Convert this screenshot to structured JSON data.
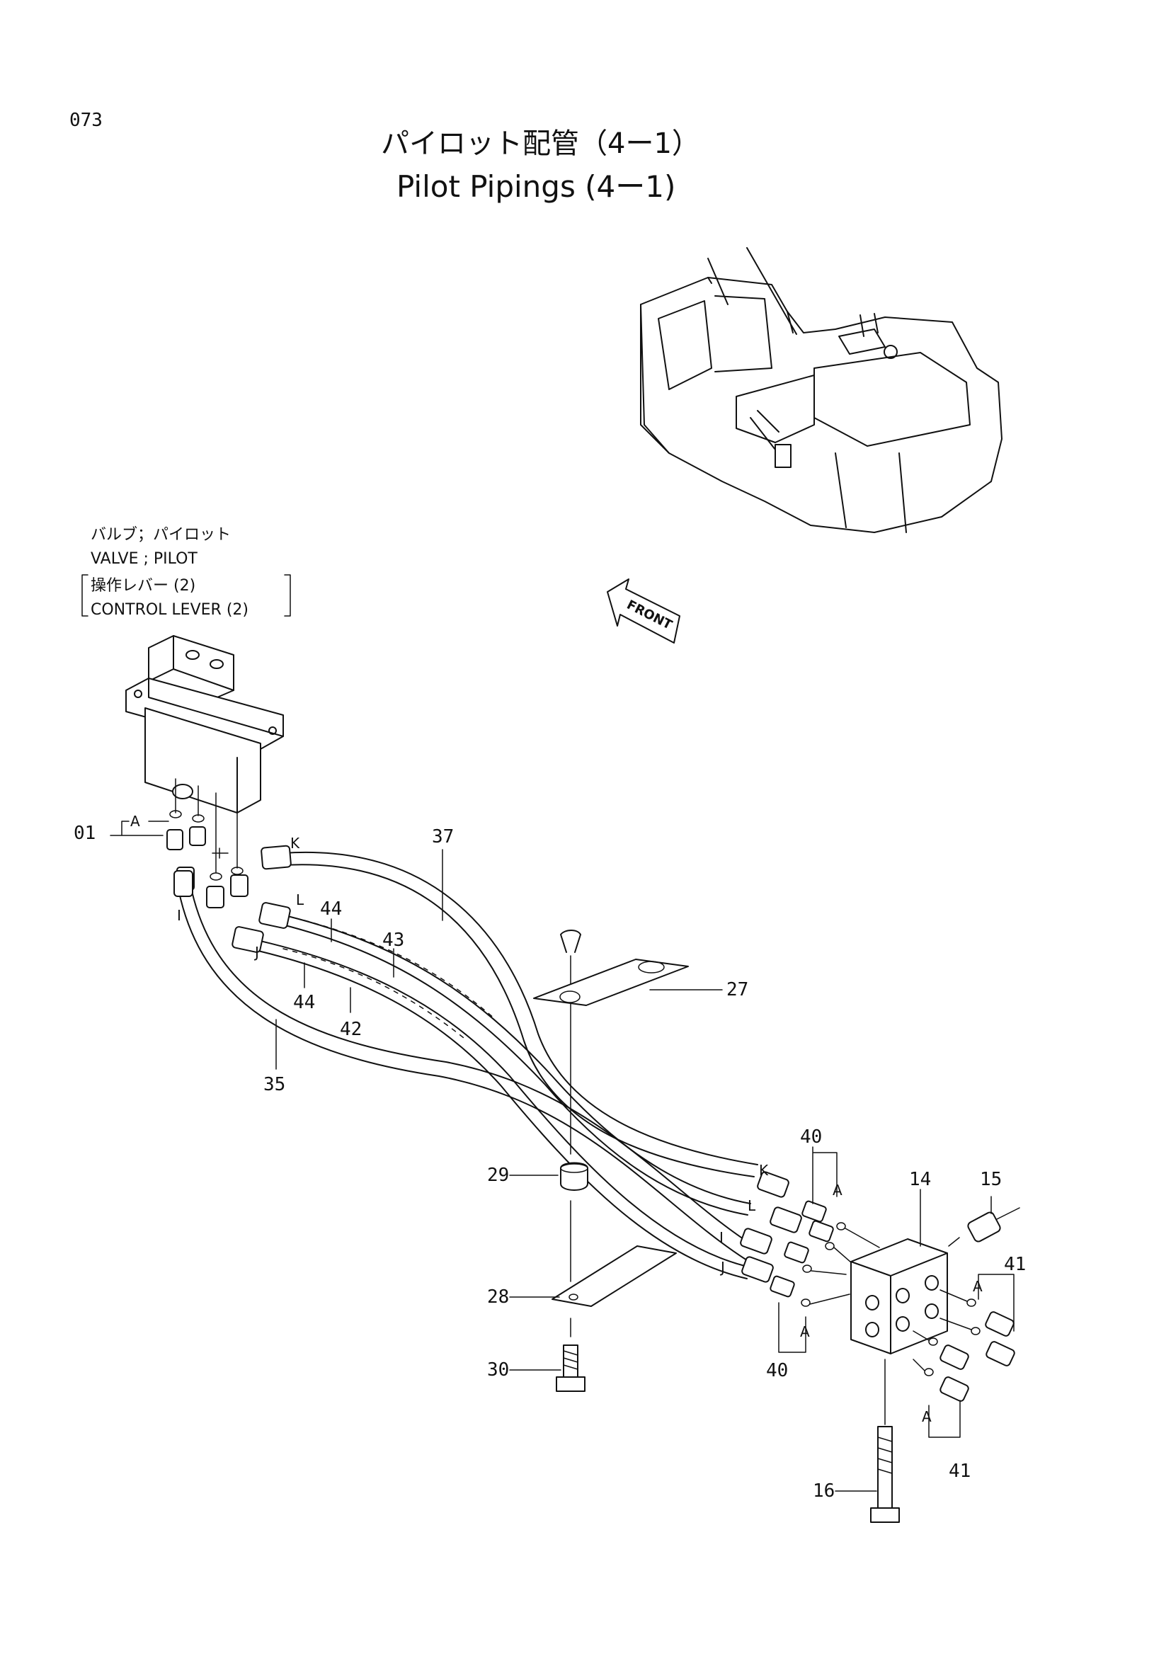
{
  "page": {
    "number": "073",
    "title_ja": "パイロット配管（4ー1）",
    "title_en": "Pilot Pipings (4ー1)"
  },
  "component": {
    "name_ja": "バルブ；パイロット",
    "name_en": "VALVE ; PILOT",
    "sub_ja": "操作レバー (2)",
    "sub_en": "CONTROL LEVER (2)"
  },
  "orientation": {
    "label": "FRONT"
  },
  "connectors": [
    "A",
    "K",
    "L",
    "I",
    "J"
  ],
  "callouts": {
    "p01": "01",
    "p14": "14",
    "p15": "15",
    "p16": "16",
    "p27": "27",
    "p28": "28",
    "p29": "29",
    "p30": "30",
    "p35": "35",
    "p37": "37",
    "p40": "40",
    "p41": "41",
    "p42": "42",
    "p43": "43",
    "p44": "44"
  },
  "colors": {
    "ink": "#111111",
    "paper": "#ffffff"
  }
}
